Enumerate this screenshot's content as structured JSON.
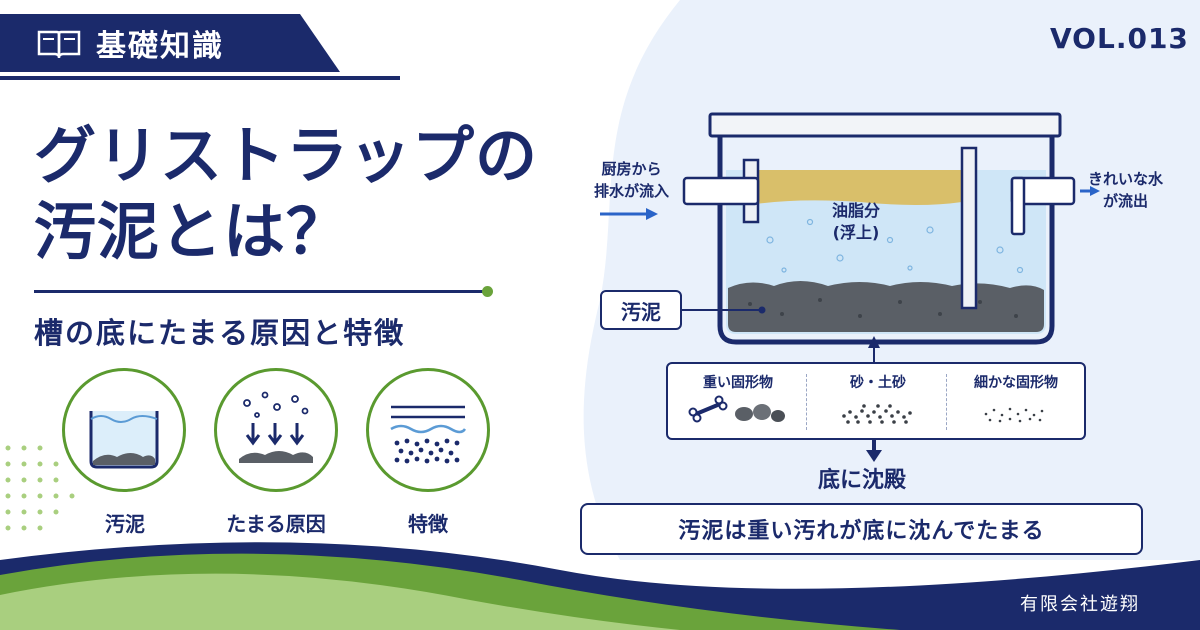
{
  "header": {
    "category": "基礎知識",
    "volume": "VOL.013"
  },
  "title": {
    "line1": "グリストラップの",
    "line2": "汚泥とは？",
    "subtitle": "槽の底にたまる原因と特徴"
  },
  "features": [
    {
      "icon": "sludge-tank-icon",
      "label": "汚泥"
    },
    {
      "icon": "falling-particles-icon",
      "label": "たまる原因"
    },
    {
      "icon": "layers-icon",
      "label": "特徴"
    }
  ],
  "diagram": {
    "inflow_label_line1": "厨房から",
    "inflow_label_line2": "排水が流入",
    "outflow_label_line1": "きれいな水",
    "outflow_label_line2": "が流出",
    "grease_label_line1": "油脂分",
    "grease_label_line2": "(浮上)",
    "sludge_label": "汚泥",
    "solids": [
      {
        "label": "重い固形物",
        "icon": "bone-and-stones-icon"
      },
      {
        "label": "砂・土砂",
        "icon": "sand-icon"
      },
      {
        "label": "細かな固形物",
        "icon": "fine-particles-icon"
      }
    ],
    "settle_label": "底に沈殿",
    "summary": "汚泥は重い汚れが底に沈んでたまる"
  },
  "footer": {
    "company": "有限会社遊翔"
  },
  "colors": {
    "navy": "#1b2a6b",
    "green": "#5a9a2f",
    "light_green": "#a9cf7f",
    "water": "#cfe6f7",
    "grease": "#d9bf6a",
    "sludge": "#5a5f66"
  }
}
